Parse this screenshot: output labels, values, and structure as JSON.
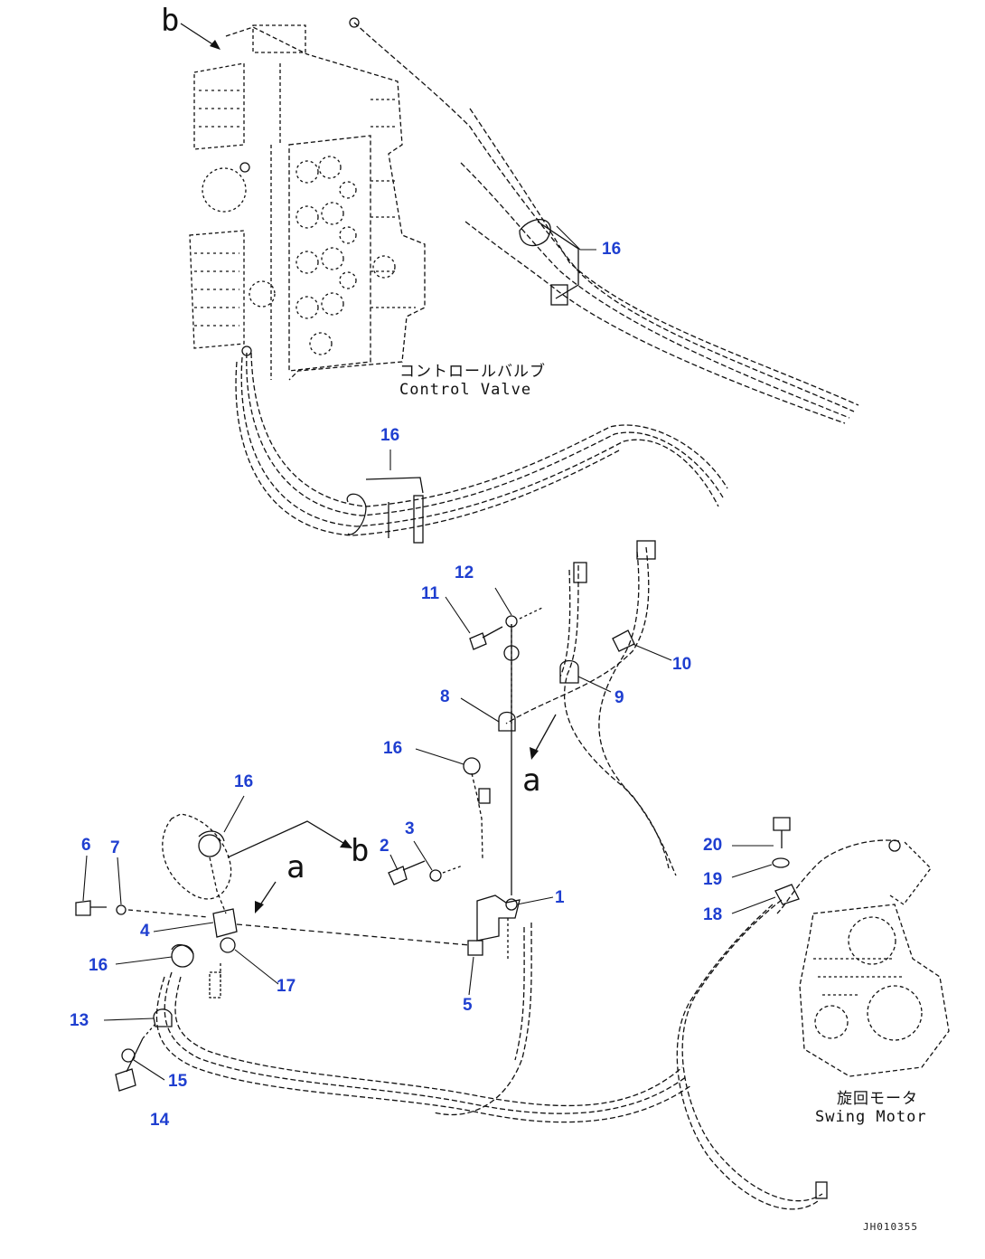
{
  "diagram": {
    "callouts": {
      "c1": "1",
      "c2": "2",
      "c3": "3",
      "c4": "4",
      "c5": "5",
      "c6": "6",
      "c7": "7",
      "c8": "8",
      "c9": "9",
      "c10": "10",
      "c11": "11",
      "c12": "12",
      "c13": "13",
      "c14": "14",
      "c15": "15",
      "c16a": "16",
      "c16b": "16",
      "c16c": "16",
      "c16d": "16",
      "c16e": "16",
      "c17": "17",
      "c18": "18",
      "c19": "19",
      "c20": "20"
    },
    "view_letters": {
      "b_top": "b",
      "a_mid": "a",
      "b_left": "b",
      "a_left": "a"
    },
    "components": {
      "control_valve_jp": "コントロールバルブ",
      "control_valve_en": "Control Valve",
      "swing_motor_jp": "旋回モータ",
      "swing_motor_en": "Swing Motor"
    },
    "drawing_code": "JH010355",
    "colors": {
      "callout": "#1f3fd0",
      "line": "#111111"
    }
  }
}
